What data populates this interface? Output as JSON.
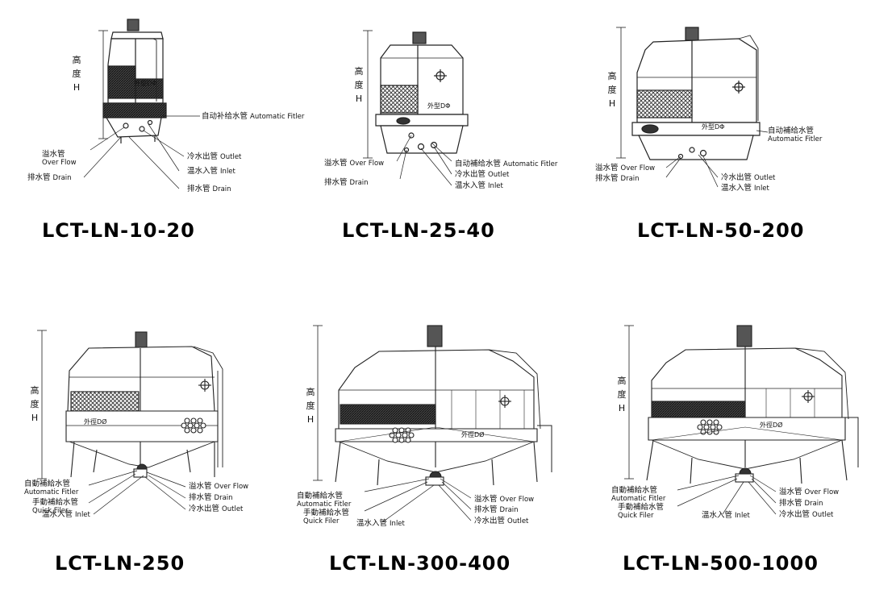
{
  "panels": [
    {
      "model": "LCT-LN-10-20",
      "height_label": [
        "高",
        "度",
        "H"
      ],
      "diameter_label": "外型DΦ",
      "labels": {
        "auto_filler": {
          "zh": "自动补给水管",
          "en": "Automatic Fitler"
        },
        "overflow": {
          "zh": "溢水管",
          "en": "Over Flow"
        },
        "drain_left": {
          "zh": "排水管",
          "en": "Drain"
        },
        "outlet": {
          "zh": "冷水出管",
          "en": "Outlet"
        },
        "inlet": {
          "zh": "温水入管",
          "en": "Inlet"
        },
        "drain_right": {
          "zh": "排水管",
          "en": "Drain"
        }
      }
    },
    {
      "model": "LCT-LN-25-40",
      "height_label": [
        "高",
        "度",
        "H"
      ],
      "diameter_label": "外型DΦ",
      "labels": {
        "overflow": {
          "zh": "溢水管",
          "en": "Over Flow"
        },
        "drain": {
          "zh": "排水管",
          "en": "Drain"
        },
        "auto_filler": {
          "zh": "自动補给水管",
          "en": "Automatic Fitler"
        },
        "outlet": {
          "zh": "冷水出管",
          "en": "Outlet"
        },
        "inlet": {
          "zh": "温水入管",
          "en": "Inlet"
        }
      }
    },
    {
      "model": "LCT-LN-50-200",
      "height_label": [
        "高",
        "度",
        "H"
      ],
      "diameter_label": "外型DΦ",
      "labels": {
        "auto_filler": {
          "zh": "自动補给水管",
          "en": "Automatic Fitler"
        },
        "overflow": {
          "zh": "溢水管",
          "en": "Over Flow"
        },
        "drain": {
          "zh": "排水管",
          "en": "Drain"
        },
        "outlet": {
          "zh": "冷水出管",
          "en": "Outlet"
        },
        "inlet": {
          "zh": "温水入管",
          "en": "Inlet"
        }
      }
    },
    {
      "model": "LCT-LN-250",
      "height_label": [
        "高",
        "度",
        "H"
      ],
      "diameter_label": "外徑DØ",
      "labels": {
        "auto_filler": {
          "zh": "自動補給水管",
          "en": "Automatic Fitler"
        },
        "quick_filler": {
          "zh": "手動補給水管",
          "en": "Quick Filer"
        },
        "inlet": {
          "zh": "溫水入管",
          "en": "Inlet"
        },
        "overflow": {
          "zh": "溢水管",
          "en": "Over Flow"
        },
        "drain": {
          "zh": "排水管",
          "en": "Drain"
        },
        "outlet": {
          "zh": "冷水出管",
          "en": "Outlet"
        }
      }
    },
    {
      "model": "LCT-LN-300-400",
      "height_label": [
        "高",
        "度",
        "H"
      ],
      "diameter_label": "外徑DØ",
      "labels": {
        "auto_filler": {
          "zh": "自動補給水管",
          "en": "Automatic Fitler"
        },
        "quick_filler": {
          "zh": "手動補給水管",
          "en": "Quick Filer"
        },
        "inlet": {
          "zh": "溫水入管",
          "en": "Inlet"
        },
        "overflow": {
          "zh": "溢水管",
          "en": "Over Flow"
        },
        "drain": {
          "zh": "排水管",
          "en": "Drain"
        },
        "outlet": {
          "zh": "冷水出管",
          "en": "Outlet"
        }
      }
    },
    {
      "model": "LCT-LN-500-1000",
      "height_label": [
        "高",
        "度",
        "H"
      ],
      "diameter_label": "外徑DØ",
      "labels": {
        "auto_filler": {
          "zh": "自動補給水管",
          "en": "Automatic Fitler"
        },
        "quick_filler": {
          "zh": "手動補給水管",
          "en": "Quick Filer"
        },
        "inlet": {
          "zh": "溫水入管",
          "en": "Inlet"
        },
        "overflow": {
          "zh": "溢水管",
          "en": "Over Flow"
        },
        "drain": {
          "zh": "排水管",
          "en": "Drain"
        },
        "outlet": {
          "zh": "冷水出管",
          "en": "Outlet"
        }
      }
    }
  ]
}
